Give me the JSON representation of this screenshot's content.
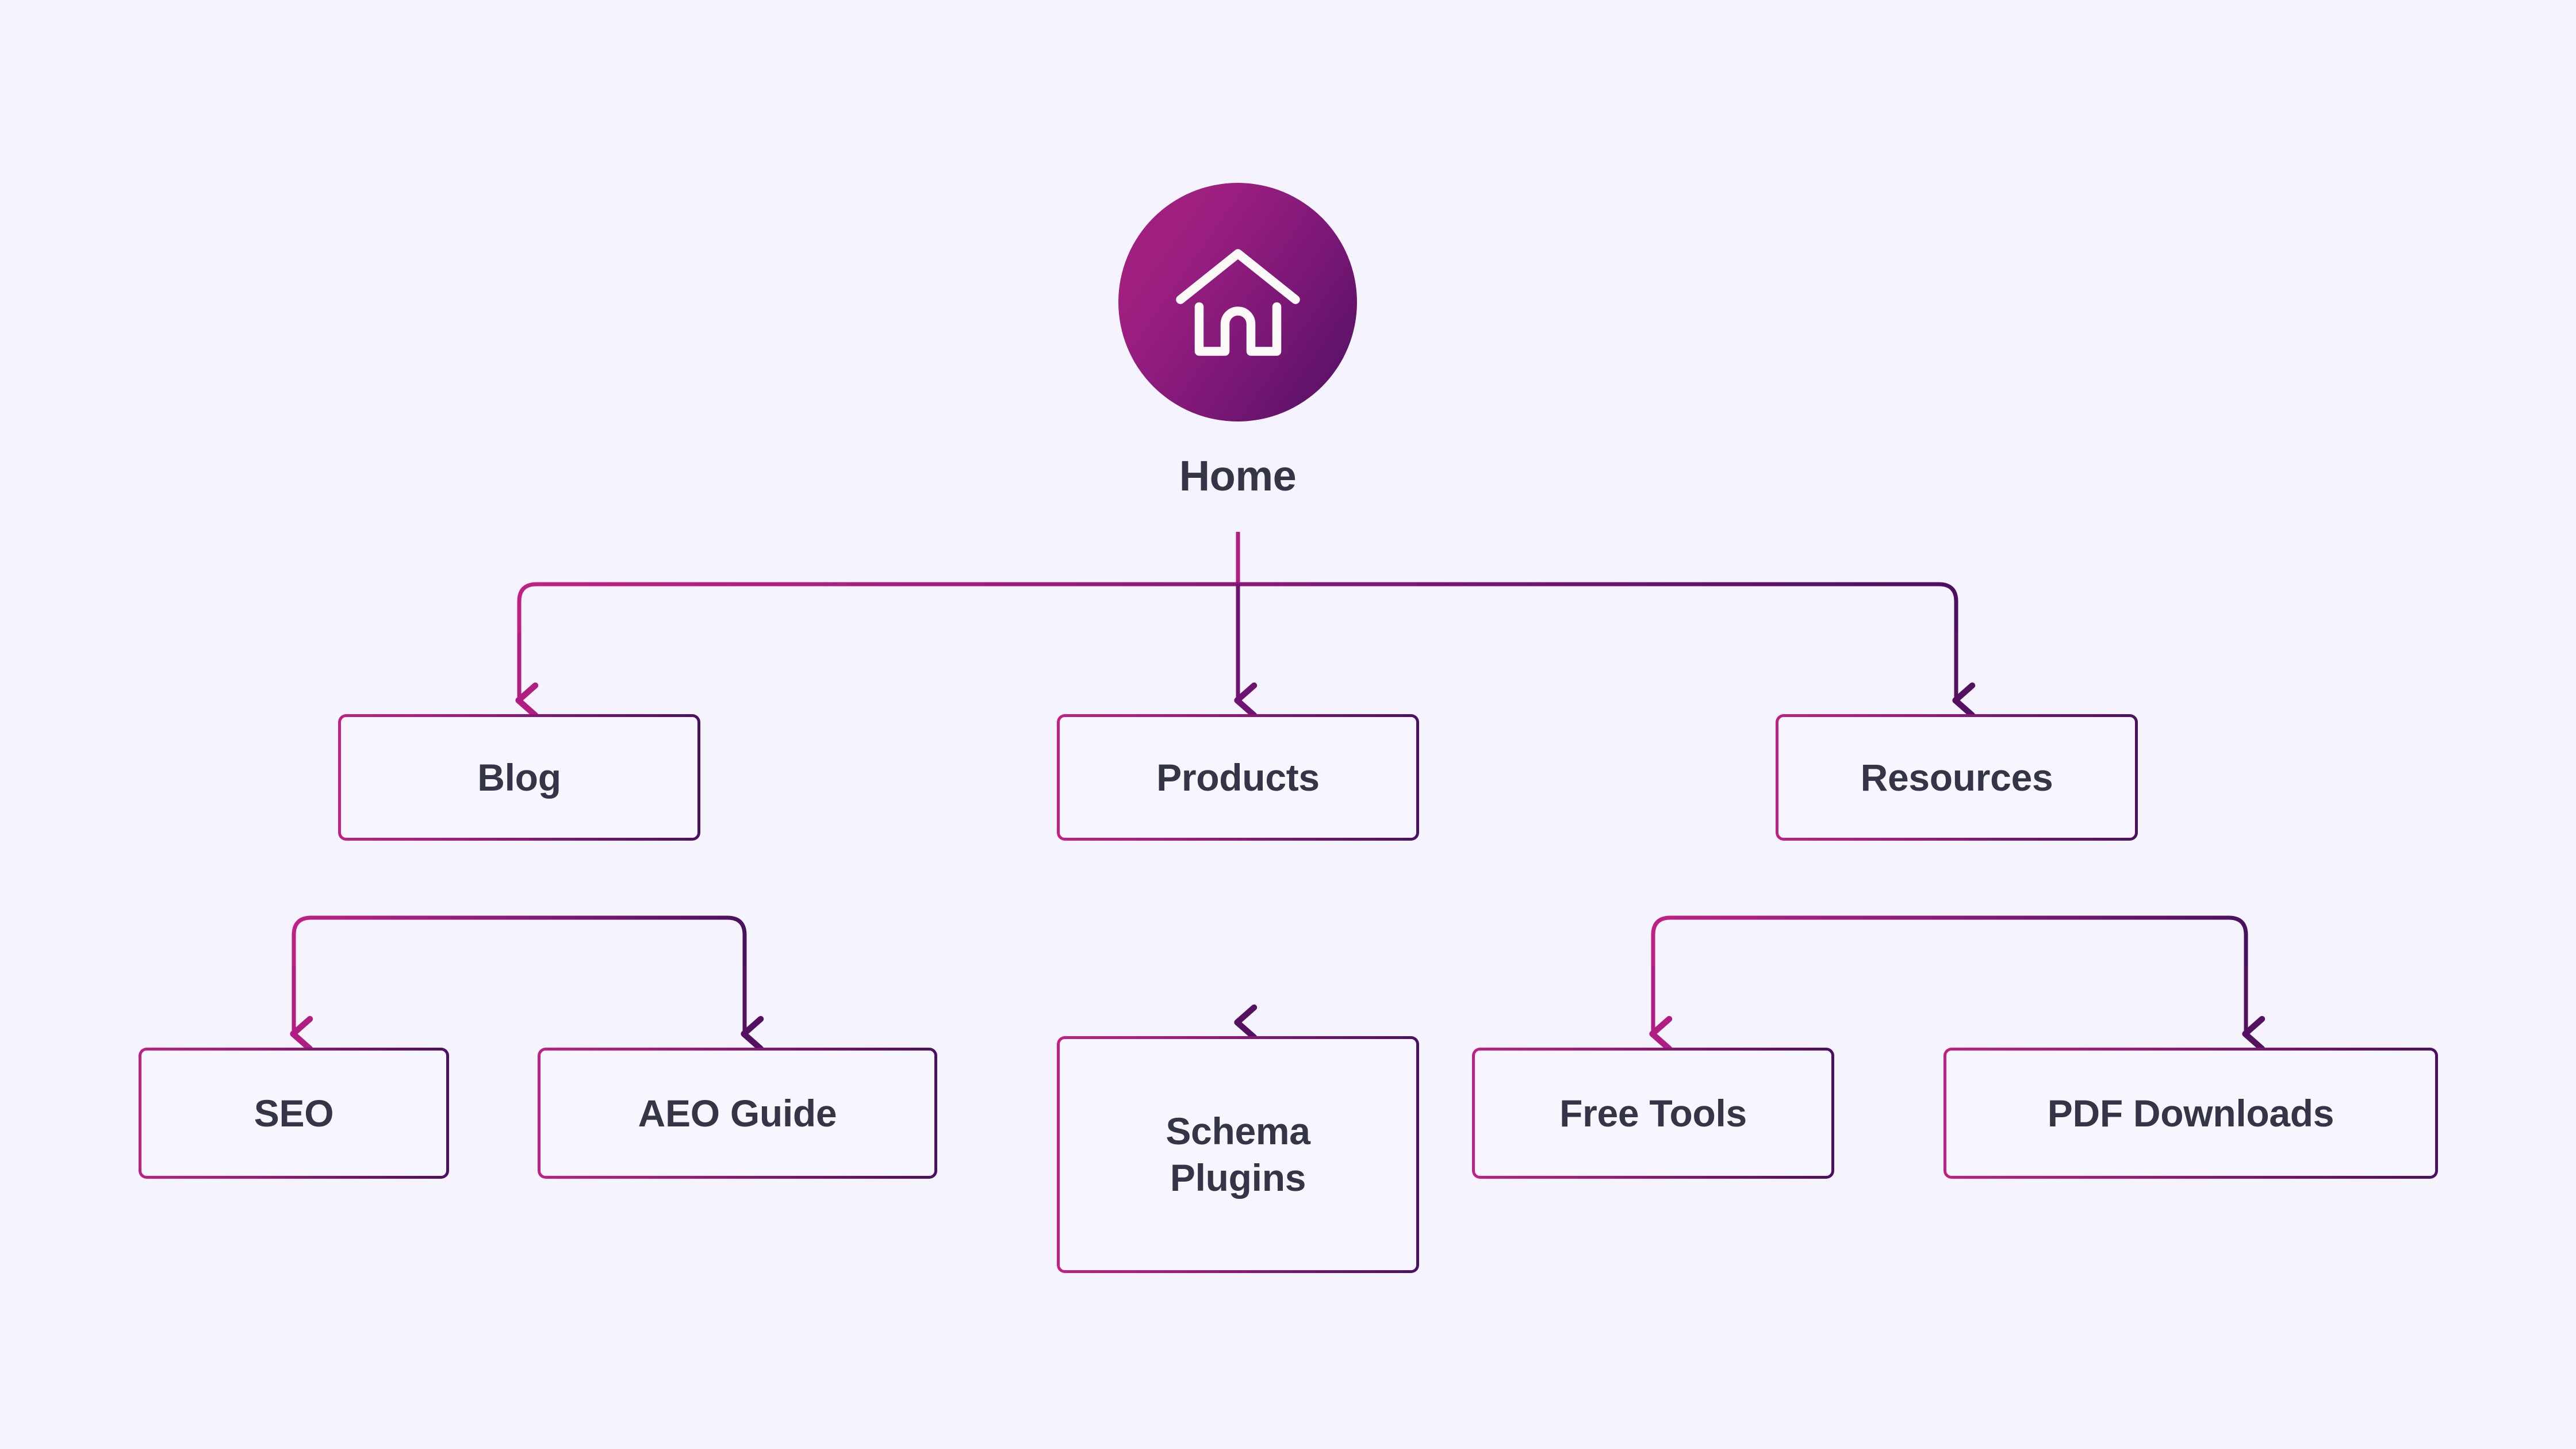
{
  "diagram": {
    "title": "Site architecture hierarchy",
    "background_color": "#f5f4fe",
    "text_color": "#343546",
    "gradient_start_color": "#bf2084",
    "gradient_end_color": "#4c1060"
  },
  "root": {
    "label": "Home",
    "icon": "home-icon"
  },
  "level2": [
    {
      "label": "Blog"
    },
    {
      "label": "Products"
    },
    {
      "label": "Resources"
    }
  ],
  "level3": [
    {
      "label": "SEO"
    },
    {
      "label": "AEO Guide"
    },
    {
      "label": "Schema\nPlugins"
    },
    {
      "label": "Free Tools"
    },
    {
      "label": "PDF Downloads"
    }
  ]
}
